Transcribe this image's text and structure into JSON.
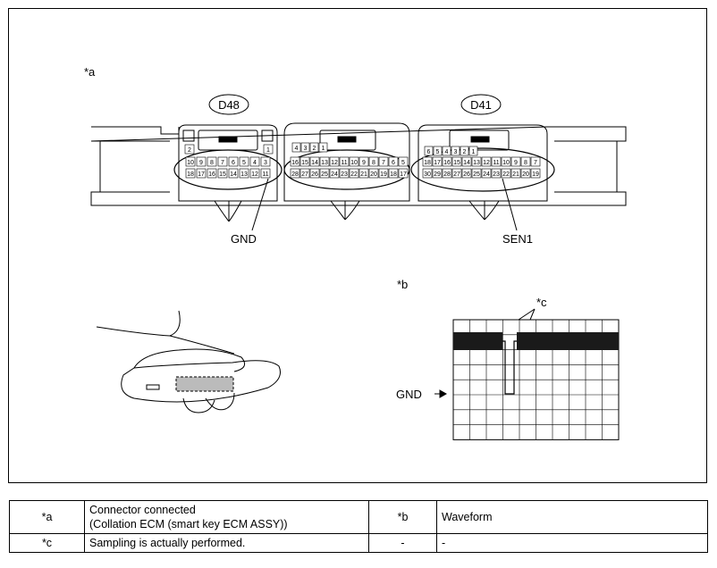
{
  "figure": {
    "marker_a": "*a",
    "marker_b": "*b",
    "marker_c": "*c",
    "connector_left": "D48",
    "connector_right": "D41",
    "pin_gnd": "GND",
    "pin_sen1": "SEN1",
    "waveform_gnd": "GND",
    "pins": {
      "d48_top": [
        "2",
        "1"
      ],
      "d48_row1": [
        "10",
        "9",
        "8",
        "7",
        "6",
        "5",
        "4",
        "3"
      ],
      "d48_row2": [
        "18",
        "17",
        "16",
        "15",
        "14",
        "13",
        "12",
        "11"
      ],
      "mid_top": [
        "4",
        "3",
        "2",
        "1"
      ],
      "mid_row1": [
        "16",
        "15",
        "14",
        "13",
        "12",
        "11",
        "10",
        "9",
        "8",
        "7",
        "6",
        "5"
      ],
      "mid_row2": [
        "28",
        "27",
        "26",
        "25",
        "24",
        "23",
        "22",
        "21",
        "20",
        "19",
        "18",
        "17"
      ],
      "d41_top": [
        "6",
        "5",
        "4",
        "3",
        "2",
        "1"
      ],
      "d41_row1": [
        "18",
        "17",
        "16",
        "15",
        "14",
        "13",
        "12",
        "11",
        "10",
        "9",
        "8",
        "7"
      ],
      "d41_row2": [
        "30",
        "29",
        "28",
        "27",
        "26",
        "25",
        "24",
        "23",
        "22",
        "21",
        "20",
        "19"
      ]
    }
  },
  "legend": {
    "rows": [
      {
        "key1": "*a",
        "desc1_line1": "Connector connected",
        "desc1_line2": "(Collation ECM (smart key ECM ASSY))",
        "key2": "*b",
        "desc2": "Waveform"
      },
      {
        "key1": "*c",
        "desc1_line1": "Sampling is actually performed.",
        "key2": "-",
        "desc2": "-"
      }
    ]
  }
}
